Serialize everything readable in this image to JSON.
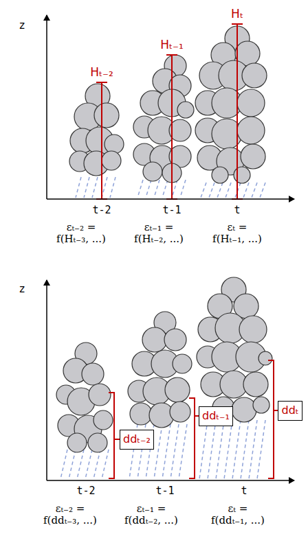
{
  "diagram": {
    "nodes": [
      {
        "text": [
          "ddₜ₋₂"
        ]
      },
      {
        "text": [
          "ddₜ₋₁"
        ]
      },
      {
        "text": [
          "ddₜ"
        ]
      }
    ],
    "labels": [
      "z",
      "Hₜ₋₂",
      "Hₜ₋₁",
      "Hₜ",
      "t-2",
      "t-1",
      "t",
      "εₜ₋₂ = f(Hₜ₋₃, ...)",
      "εₜ₋₁ = f(Hₜ₋₂, ...)",
      "εₜ = f(Hₜ₋₁, ...)",
      "z",
      "t-2",
      "t-1",
      "t",
      "εₜ₋₂ = f(ddₜ₋₃, ...)",
      "εₜ₋₁ = f(ddₜ₋₂, ...)",
      "εₜ = f(ddₜ₋₁, ...)"
    ]
  }
}
